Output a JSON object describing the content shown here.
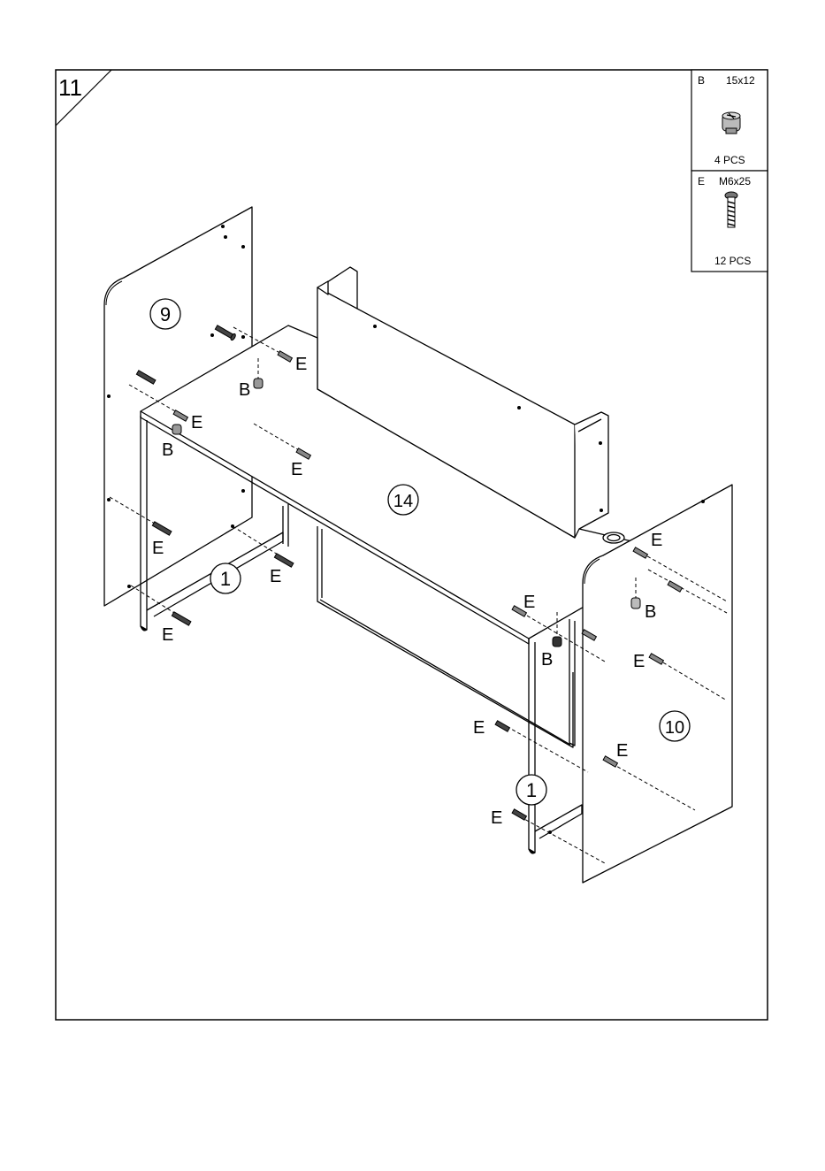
{
  "step": {
    "number": "11"
  },
  "hardware": [
    {
      "code": "B",
      "size": "15x12",
      "qty": "4 PCS",
      "icon": "cam-lock-icon"
    },
    {
      "code": "E",
      "size": "M6x25",
      "qty": "12 PCS",
      "icon": "bolt-icon"
    }
  ],
  "panels": {
    "p9": "9",
    "p14": "14",
    "p10": "10",
    "p1a": "1",
    "p1b": "1"
  },
  "callouts": {
    "e1": "E",
    "e2": "E",
    "e3": "E",
    "e4": "E",
    "e5": "E",
    "e6": "E",
    "e7": "E",
    "e8": "E",
    "e9": "E",
    "e10": "E",
    "e11": "E",
    "b1": "B",
    "b2": "B",
    "b3": "B",
    "b4": "B"
  }
}
